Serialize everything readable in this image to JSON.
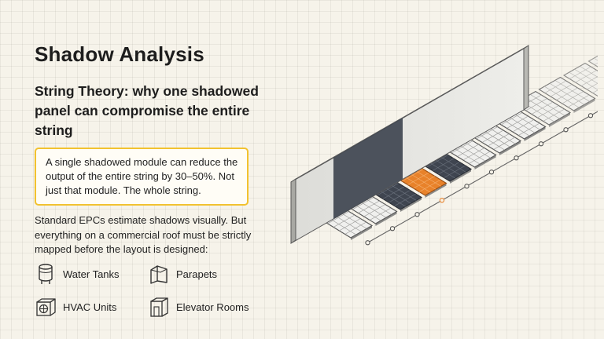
{
  "title": "Shadow Analysis",
  "subtitle": "String Theory:  why one shadowed panel can compromise the entire string",
  "callout": "A single shadowed module can reduce the output of the entire string by 30–50%. Not just that module. The whole string.",
  "body": "Standard EPCs estimate shadows visually. But everything on a commercial roof must be strictly mapped before the layout is designed:",
  "obstacles": [
    {
      "label": "Water Tanks",
      "icon": "water-tank-icon"
    },
    {
      "label": "Parapets",
      "icon": "parapet-icon"
    },
    {
      "label": "HVAC Units",
      "icon": "hvac-unit-icon"
    },
    {
      "label": "Elevator Rooms",
      "icon": "elevator-room-icon"
    }
  ],
  "colors": {
    "accent_yellow": "#f2c230",
    "highlight_orange": "#e8822a",
    "shadow_dark": "#3f4550",
    "panel_light": "#f0f0ee"
  }
}
